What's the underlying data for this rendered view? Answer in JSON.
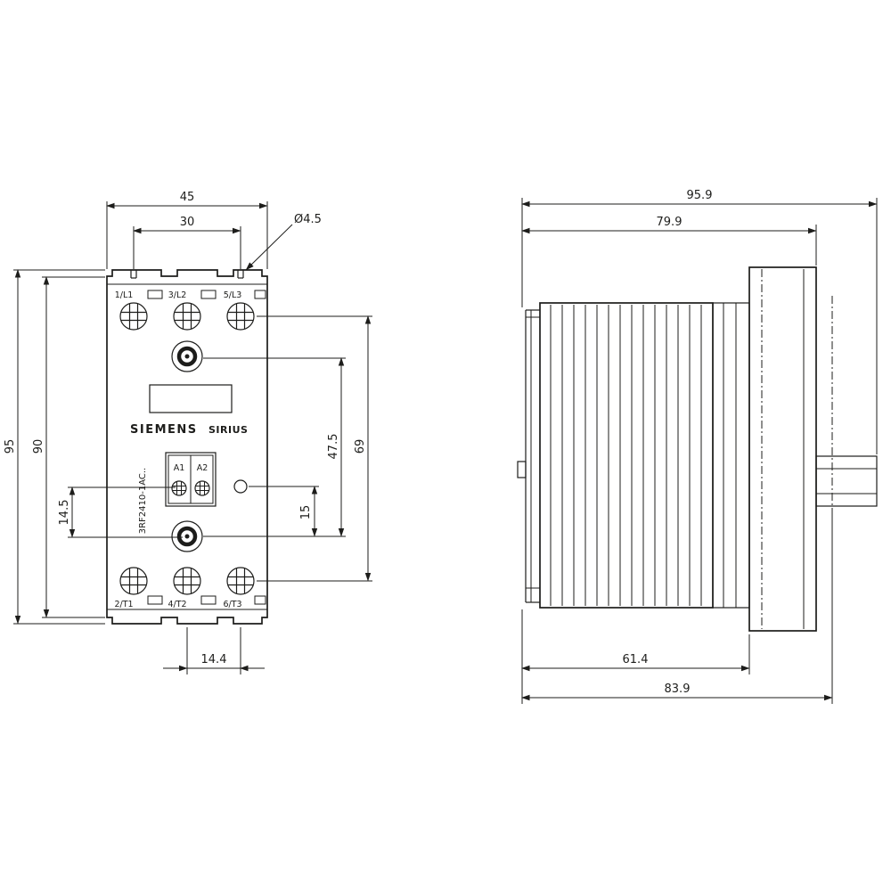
{
  "drawing": {
    "front_view": {
      "brand": "SIEMENS",
      "series": "SIRIUS",
      "product_code": "3RF2410-1AC..",
      "control_terminals": [
        "A1",
        "A2"
      ],
      "terminals_top": [
        "1/L1",
        "3/L2",
        "5/L3"
      ],
      "terminals_bottom": [
        "2/T1",
        "4/T2",
        "6/T3"
      ],
      "dimensions": {
        "overall_width": "45",
        "slot_spacing": "30",
        "hole_diameter": "Ø4.5",
        "overall_height": "95",
        "mounting_height": "90",
        "control_offset": "14.5",
        "screw_span": "47.5",
        "terminal_span": "69",
        "hole_offset": "15",
        "terminal_pitch": "14.4"
      }
    },
    "side_view": {
      "dimensions": {
        "overall_depth": "95.9",
        "body_depth": "79.9",
        "heatsink_depth": "61.4",
        "cover_depth": "83.9"
      }
    },
    "colors": {
      "line": "#1d1d1b",
      "background": "#ffffff"
    }
  }
}
